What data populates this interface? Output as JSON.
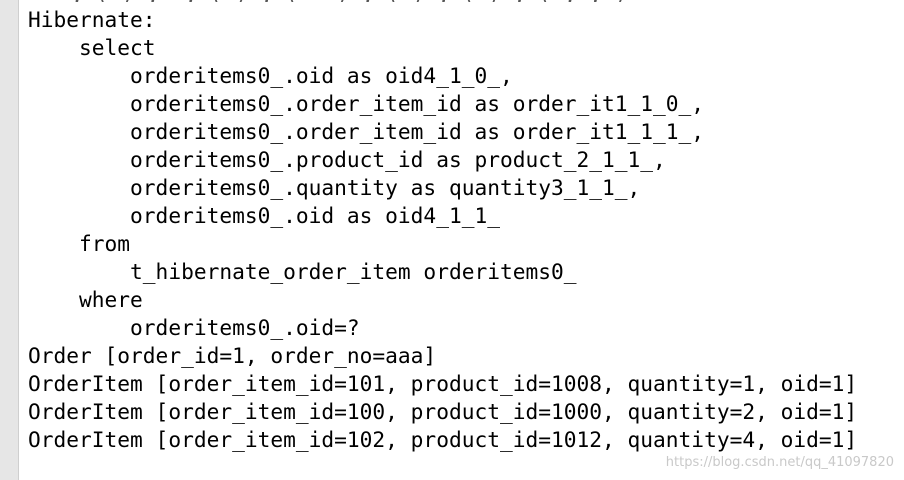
{
  "console": {
    "lines": [
      "Hibernate:",
      "    select",
      "        orderitems0_.oid as oid4_1_0_,",
      "        orderitems0_.order_item_id as order_it1_1_0_,",
      "        orderitems0_.order_item_id as order_it1_1_1_,",
      "        orderitems0_.product_id as product_2_1_1_,",
      "        orderitems0_.quantity as quantity3_1_1_,",
      "        orderitems0_.oid as oid4_1_1_",
      "    from",
      "        t_hibernate_order_item orderitems0_",
      "    where",
      "        orderitems0_.oid=?",
      "Order [order_id=1, order_no=aaa]",
      "OrderItem [order_item_id=101, product_id=1008, quantity=1, oid=1]",
      "OrderItem [order_item_id=100, product_id=1000, quantity=2, oid=1]",
      "OrderItem [order_item_id=102, product_id=1012, quantity=4, oid=1]"
    ]
  },
  "watermark": {
    "text": "https://blog.csdn.net/qq_41097820"
  }
}
